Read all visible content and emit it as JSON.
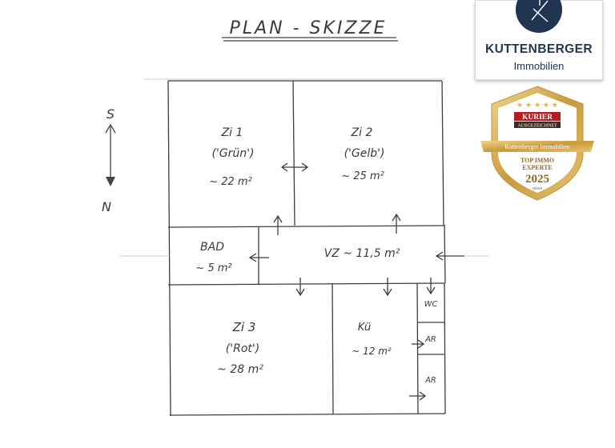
{
  "title": "PLAN - SKIZZE",
  "compass": {
    "top": "S",
    "bottom": "N"
  },
  "rooms": {
    "zi1": {
      "name": "Zi 1",
      "color": "('Grün')",
      "area": "~ 22 m²"
    },
    "zi2": {
      "name": "Zi 2",
      "color": "('Gelb')",
      "area": "~ 25 m²"
    },
    "bad": {
      "name": "BAD",
      "area": "~ 5 m²"
    },
    "vz": {
      "label": "VZ ~ 11,5 m²"
    },
    "zi3": {
      "name": "Zi 3",
      "color": "('Rot')",
      "area": "~ 28 m²"
    },
    "ku": {
      "name": "Kü",
      "area": "~ 12 m²"
    },
    "wc": {
      "name": "WC"
    },
    "ar1": {
      "name": "AR"
    },
    "ar2": {
      "name": "AR"
    }
  },
  "logo": {
    "brand": "KUTTENBERGER",
    "sub": "Immobilien",
    "brand_color": "#1f3550"
  },
  "seal": {
    "kurier": "KURIER",
    "ausgezeichnet": "AUSGEZEICHNET",
    "company": "Kuttenberger Immobilien",
    "line1": "TOP IMMO",
    "line2": "EXPERTE",
    "year": "2025",
    "imwf": "IMWF",
    "gold": "#d8b45a",
    "red": "#b01e23"
  }
}
